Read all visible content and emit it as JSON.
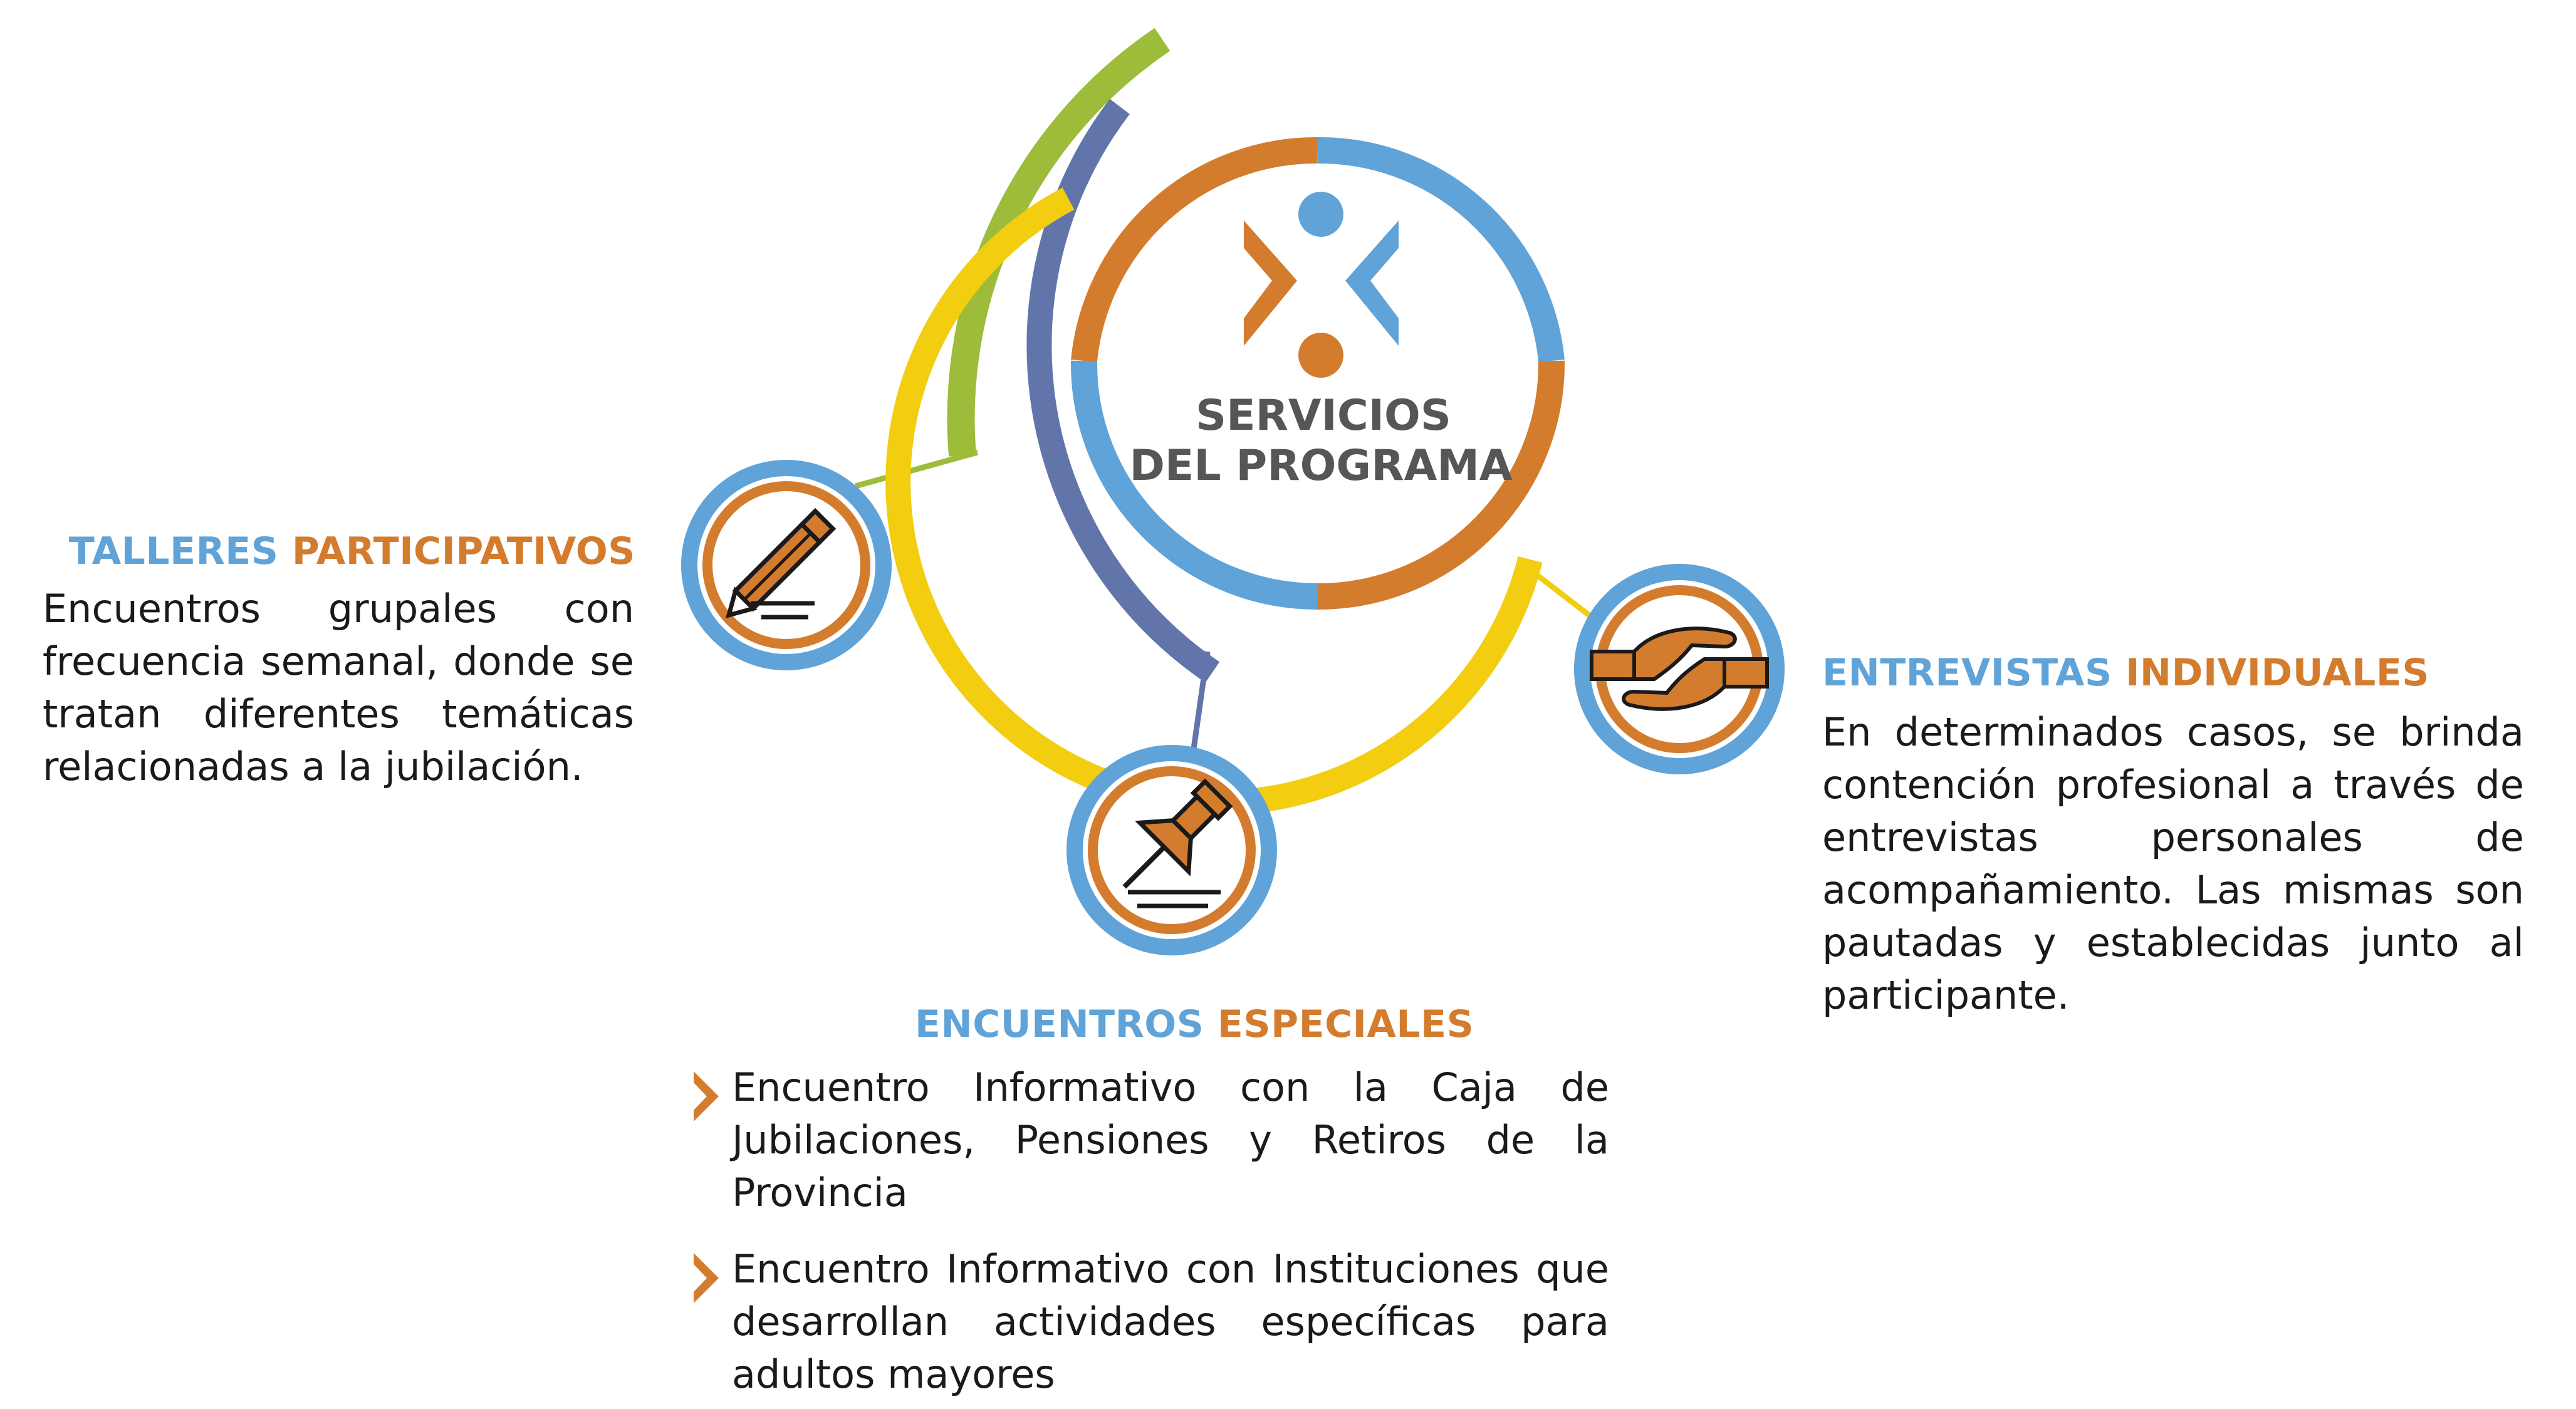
{
  "center": {
    "line1": "SERVICIOS",
    "line2": "DEL PROGRAMA"
  },
  "talleres": {
    "title_a": "TALLERES",
    "title_b": "PARTICIPATIVOS",
    "text": "Encuentros grupales con frecuencia semanal, donde se tratan diferentes temáticas relacionadas a la jubilación."
  },
  "entrevistas": {
    "title_a": "ENTREVISTAS",
    "title_b": "INDIVIDUALES",
    "text": "En determinados casos, se brinda contención profesional a través de entrevistas personales de acompañamiento. Las mismas son pautadas y establecidas junto al participante."
  },
  "encuentros": {
    "title_a": "ENCUENTROS",
    "title_b": "ESPECIALES",
    "items": [
      "Encuentro Informativo con la Caja de Jubilaciones, Pensiones y Retiros de la Provincia",
      "Encuentro Informativo con Instituciones que desarrollan actividades específicas para adultos mayores"
    ]
  },
  "icons": {
    "logo": "program-logo-icon",
    "talleres": "pencil-icon",
    "encuentros": "pushpin-icon",
    "entrevistas": "handshake-icon"
  },
  "colors": {
    "blue": "#5fa3d8",
    "orange": "#d47c2e",
    "green": "#9cbc3a",
    "slate": "#6275ab",
    "yellow": "#f2cd10",
    "gray": "#565656"
  }
}
